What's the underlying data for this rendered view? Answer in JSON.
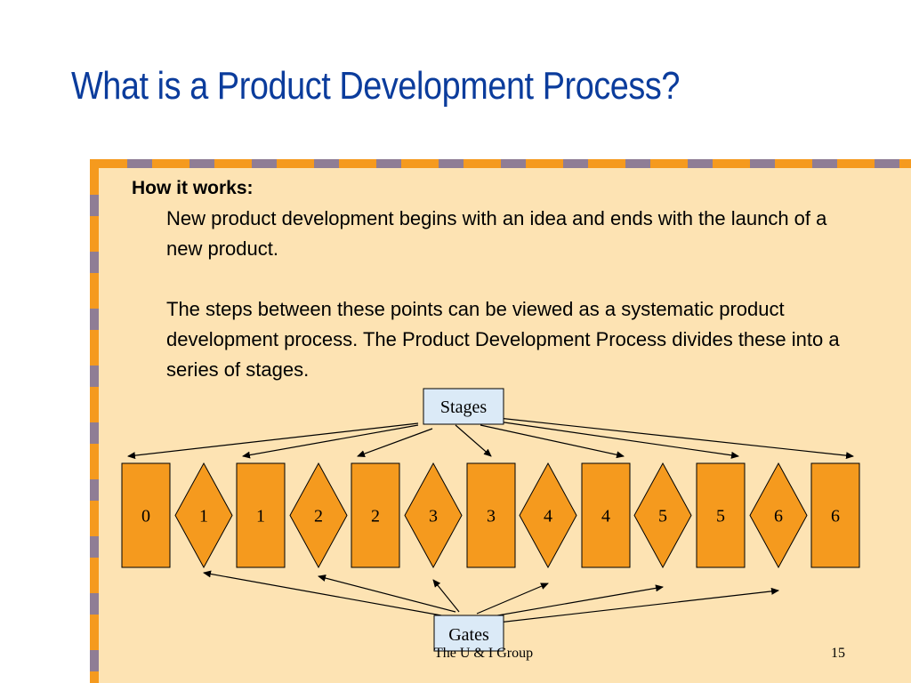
{
  "slide": {
    "title": "What is a Product Development Process?",
    "heading": "How it works:",
    "paragraphs": [
      "New product development begins with an idea and ends with the launch of a new product.",
      "The steps between these points can be viewed as a systematic product development process. The Product Development Process divides these into a series of stages."
    ]
  },
  "diagram": {
    "stages_label": "Stages",
    "gates_label": "Gates",
    "stages": [
      "0",
      "1",
      "2",
      "3",
      "4",
      "5",
      "6"
    ],
    "gates": [
      "1",
      "2",
      "3",
      "4",
      "5",
      "6"
    ]
  },
  "footer": {
    "organization": "The U & I Group",
    "page_number": "15"
  },
  "colors": {
    "title": "#0b3c9c",
    "shape_fill": "#f59a1e",
    "panel_background": "#fde3b3",
    "label_box_fill": "#dbeaf7",
    "frame_accent": "#8f7d95"
  }
}
